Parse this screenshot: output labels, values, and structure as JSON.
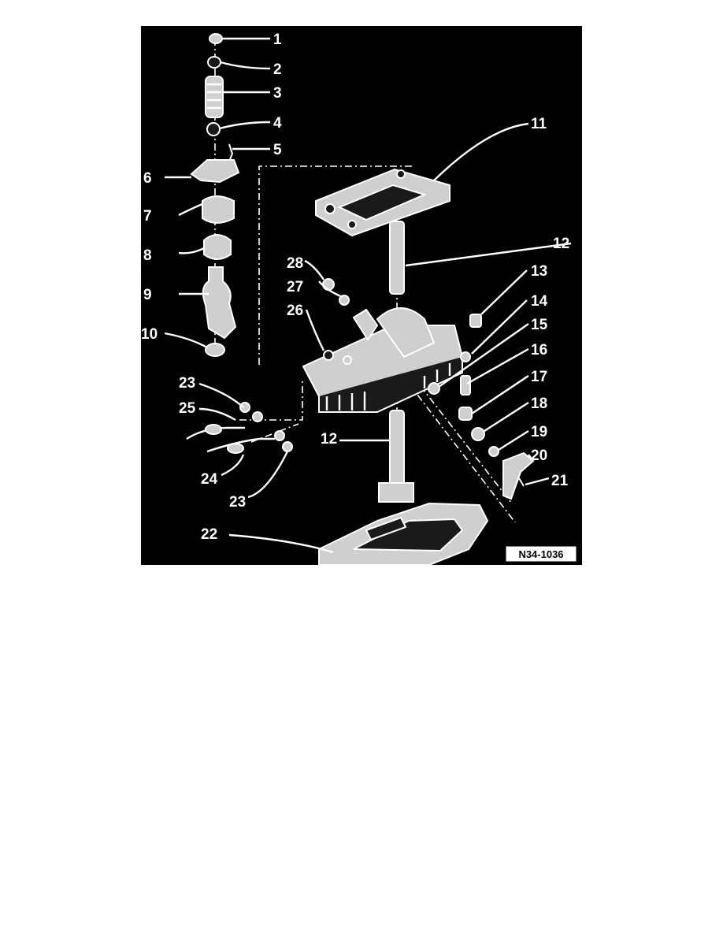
{
  "diagram": {
    "callouts": [
      "1",
      "2",
      "3",
      "4",
      "5",
      "6",
      "7",
      "8",
      "9",
      "10",
      "11",
      "12",
      "12",
      "13",
      "14",
      "15",
      "16",
      "17",
      "18",
      "19",
      "20",
      "21",
      "22",
      "23",
      "23",
      "24",
      "25",
      "26",
      "27",
      "28"
    ],
    "reference_code": "N34-1036",
    "colors": {
      "background": "#000000",
      "ink": "#ffffff"
    }
  }
}
